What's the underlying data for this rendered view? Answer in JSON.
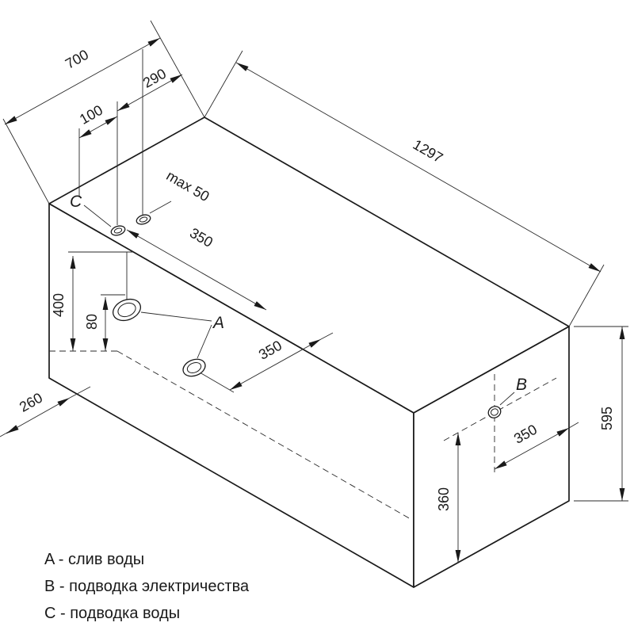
{
  "drawing": {
    "dims": {
      "d700": "700",
      "d290": "290",
      "d100": "100",
      "d1297": "1297",
      "max50": "max 50",
      "d350_top": "350",
      "d400": "400",
      "d80": "80",
      "d350_mid": "350",
      "d260": "260",
      "d350_right": "350",
      "d360": "360",
      "d595": "595"
    },
    "points": {
      "a": "A",
      "b": "B",
      "c": "C"
    },
    "legend": [
      "A - слив воды",
      "B - подводка электричества",
      "C - подводка воды"
    ],
    "colors": {
      "line": "#1a1a1a",
      "background": "#ffffff"
    }
  }
}
